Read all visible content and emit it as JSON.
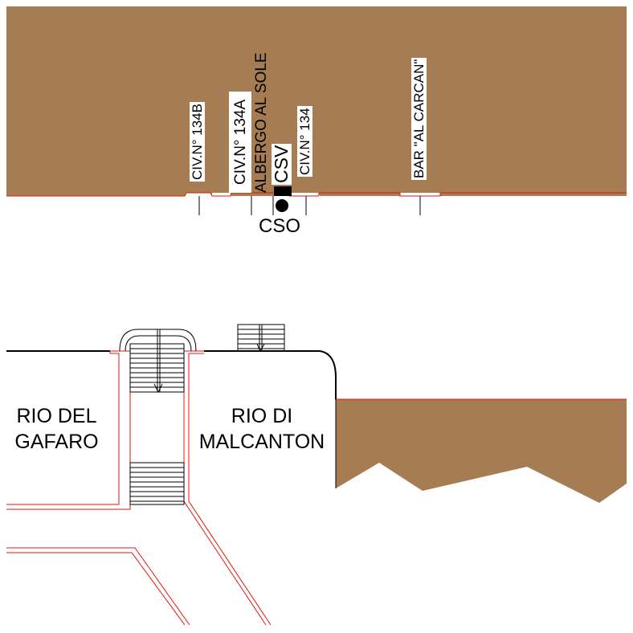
{
  "colors": {
    "land": "#A67C52",
    "red_line": "#E8140C",
    "black": "#000000",
    "background": "#FFFFFF"
  },
  "labels": {
    "civ_134b": "CIV.N° 134B",
    "civ_134a": "CIV.N° 134A",
    "albergo": "ALBERGO AL SOLE",
    "csv": "CSV",
    "civ_134": "CIV.N° 134",
    "bar": "BAR \"AL CARCAN\"",
    "cso": "CSO",
    "rio_gafaro_1": "RIO DEL",
    "rio_gafaro_2": "GAFARO",
    "rio_malcanton_1": "RIO DI",
    "rio_malcanton_2": "MALCANTON"
  }
}
